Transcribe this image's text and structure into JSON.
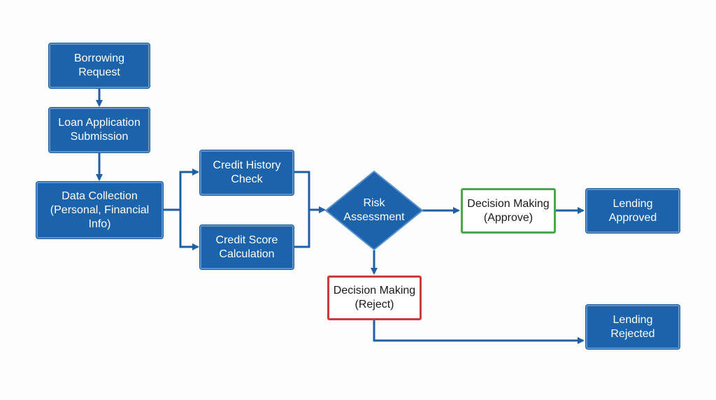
{
  "colors": {
    "node_fill": "#1c63ab",
    "connector": "#1f5fa3",
    "approve_border": "#4aa84a",
    "reject_border": "#cc3b3b"
  },
  "nodes": {
    "borrowing_request": "Borrowing\nRequest",
    "loan_application": "Loan Application\nSubmission",
    "data_collection": "Data Collection\n(Personal, Financial\nInfo)",
    "credit_history": "Credit History\nCheck",
    "credit_score": "Credit Score\nCalculation",
    "risk_assessment": "Risk\nAssessment",
    "decision_approve": "Decision Making\n(Approve)",
    "decision_reject": "Decision Making\n(Reject)",
    "lending_approved": "Lending\nApproved",
    "lending_rejected": "Lending\nRejected"
  }
}
